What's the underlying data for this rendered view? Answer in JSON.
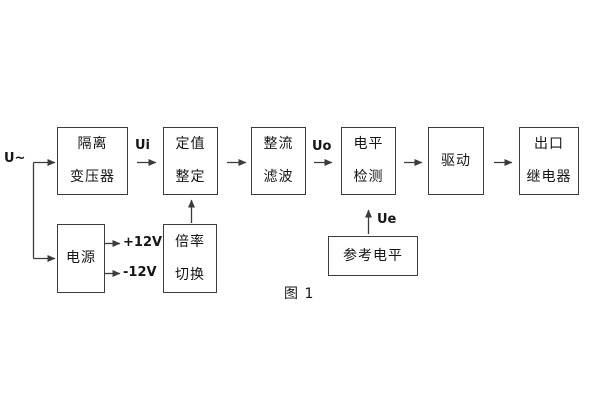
{
  "figure": {
    "caption": "图 1",
    "colors": {
      "line": "#3c3c3c",
      "text": "#161616",
      "background": "#ffffff"
    }
  },
  "labels": {
    "input_voltage": "U~",
    "ui": "Ui",
    "uo": "Uo",
    "ue": "Ue",
    "plus_12v": "+12V",
    "minus_12v": "-12V"
  },
  "blocks": {
    "isolation_transformer": {
      "line1": "隔离",
      "line2": "变压器"
    },
    "value_setting": {
      "line1": "定值",
      "line2": "整定"
    },
    "rectifier_filter": {
      "line1": "整流",
      "line2": "滤波"
    },
    "level_detection": {
      "line1": "电平",
      "line2": "检测"
    },
    "drive": {
      "line1": "驱动"
    },
    "output_relay": {
      "line1": "出口",
      "line2": "继电器"
    },
    "power_supply": {
      "line1": "电源"
    },
    "ratio_switch": {
      "line1": "倍率",
      "line2": "切换"
    },
    "reference_level": {
      "line1": "参考电平"
    }
  }
}
